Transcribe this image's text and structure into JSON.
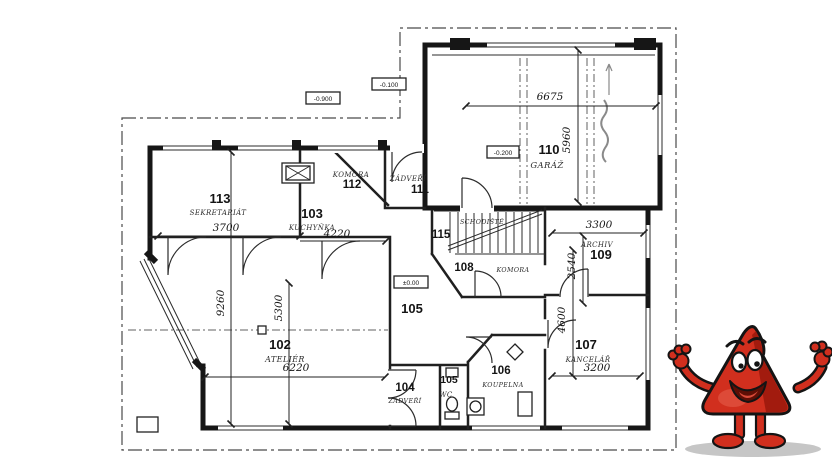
{
  "plan": {
    "rooms": {
      "r102": {
        "number": "102",
        "name": "ATELIÉR"
      },
      "r103": {
        "number": "103",
        "name": "KUCHYŇKA"
      },
      "r104": {
        "number": "104",
        "name": "ZÁDVEŘÍ"
      },
      "r105": {
        "number": "105",
        "name": ""
      },
      "r105wc": {
        "number": "105",
        "name": "WC"
      },
      "r106": {
        "number": "106",
        "name": "KOUPELNA"
      },
      "r107": {
        "number": "107",
        "name": "KANCELÁŘ"
      },
      "r108": {
        "number": "108",
        "name": "KOMORA"
      },
      "r109": {
        "number": "109",
        "name": "ARCHIV"
      },
      "r110": {
        "number": "110",
        "name": "GARÁŽ"
      },
      "r111": {
        "number": "111",
        "name": "ZÁDVEŘÍ"
      },
      "r112": {
        "number": "112",
        "name": "KOMORA"
      },
      "r113": {
        "number": "113",
        "name": "SEKRETARIÁT"
      },
      "r115": {
        "number": "115",
        "name": "SCHODIŠTĚ"
      }
    },
    "dimensions": {
      "garage_width": "6675",
      "garage_depth": "5960",
      "room113_width": "3700",
      "room103_width": "4220",
      "room109_width": "3300",
      "room109_depth": "2540",
      "house_depth": "9260",
      "atelier_depth": "5300",
      "atelier_width": "6220",
      "office_depth": "4600",
      "office_width": "3200"
    },
    "levels": {
      "terrain": "-0.900",
      "entry": "-0.100",
      "garage": "-0.200",
      "floor": "±0.00"
    }
  },
  "mascot": {
    "body_color": "#d12f1e",
    "shade_color": "#9a170c",
    "outline_color": "#141414"
  }
}
